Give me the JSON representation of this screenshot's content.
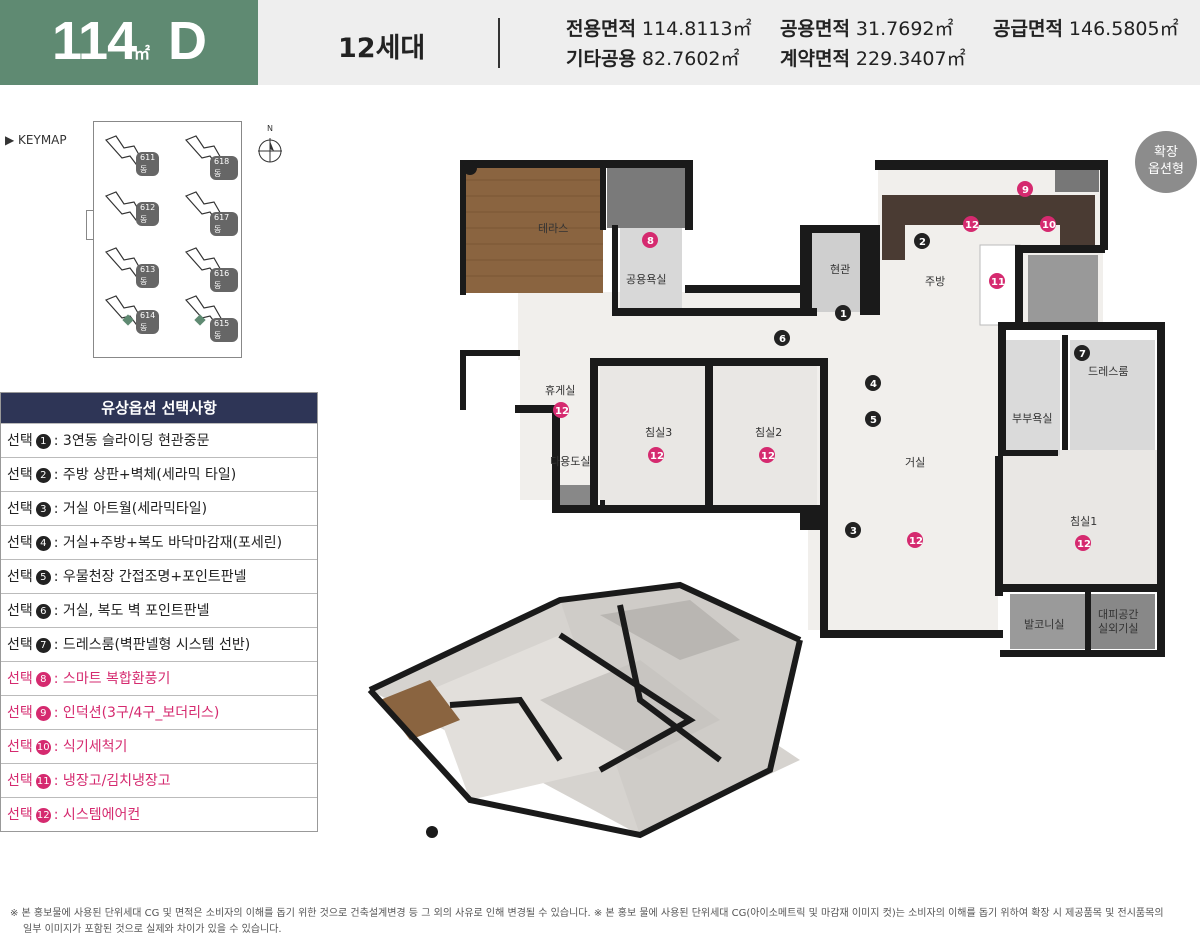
{
  "header": {
    "type_number": "114",
    "type_unit": "㎡",
    "type_letter": "D",
    "households": "12세대",
    "areas": {
      "exclusive_label": "전용면적",
      "exclusive_value": "114.8113㎡",
      "common_label": "공용면적",
      "common_value": "31.7692㎡",
      "supply_label": "공급면적",
      "supply_value": "146.5805㎡",
      "other_label": "기타공용",
      "other_value": "82.7602㎡",
      "contract_label": "계약면적",
      "contract_value": "229.3407㎡"
    }
  },
  "keymap": {
    "label": "▶ KEYMAP",
    "compass": "N",
    "buildings": [
      "611동",
      "618동",
      "612동",
      "617동",
      "613동",
      "616동",
      "614동",
      "615동"
    ]
  },
  "options": {
    "title": "유상옵션 선택사항",
    "prefix": "선택",
    "items": [
      {
        "num": "1",
        "text": ": 3연동 슬라이딩 현관중문"
      },
      {
        "num": "2",
        "text": ": 주방 상판+벽체(세라믹 타일)"
      },
      {
        "num": "3",
        "text": ": 거실 아트월(세라믹타일)"
      },
      {
        "num": "4",
        "text": ": 거실+주방+복도 바닥마감재(포세린)"
      },
      {
        "num": "5",
        "text": ": 우물천장 간접조명+포인트판넬"
      },
      {
        "num": "6",
        "text": ": 거실, 복도 벽 포인트판넬"
      },
      {
        "num": "7",
        "text": ": 드레스룸(벽판넬형 시스템 선반)"
      },
      {
        "num": "8",
        "text": ": 스마트 복합환풍기"
      },
      {
        "num": "9",
        "text": ": 인덕션(3구/4구_보더리스)"
      },
      {
        "num": "10",
        "text": ": 식기세척기"
      },
      {
        "num": "11",
        "text": ": 냉장고/김치냉장고"
      },
      {
        "num": "12",
        "text": ": 시스템에어컨"
      }
    ]
  },
  "badge": {
    "line1": "확장",
    "line2": "옵션형"
  },
  "rooms": {
    "terrace": "테라스",
    "common_bath": "공용욕실",
    "entrance": "현관",
    "kitchen": "주방",
    "lounge": "휴게실",
    "bedroom3": "침실3",
    "bedroom2": "침실2",
    "living": "거실",
    "utility": "다용도실",
    "dressroom": "드레스룸",
    "master_bath": "부부욕실",
    "bedroom1": "침실1",
    "balcony": "발코니실",
    "shelter": "대피공간\n실외기실"
  },
  "colors": {
    "header_green": "#5f8a72",
    "table_head": "#2e3556",
    "pink": "#d52a6f",
    "wall": "#1a1a1a"
  },
  "footnote": {
    "line1": "※ 본 홍보물에 사용된 단위세대 CG 및 면적은 소비자의 이해를 돕기 위한 것으로 건축설계변경 등 그 외의 사유로 인해 변경될 수 있습니다.  ※ 본 홍보 물에 사용된 단위세대 CG(아이소메트릭 및 마감재 이미지 컷)는 소비자의 이해를 돕기 위하여 확장 시 제공품목 및 전시품목의",
    "line2": "일부 이미지가 포함된 것으로 실제와 차이가 있을 수 있습니다."
  }
}
